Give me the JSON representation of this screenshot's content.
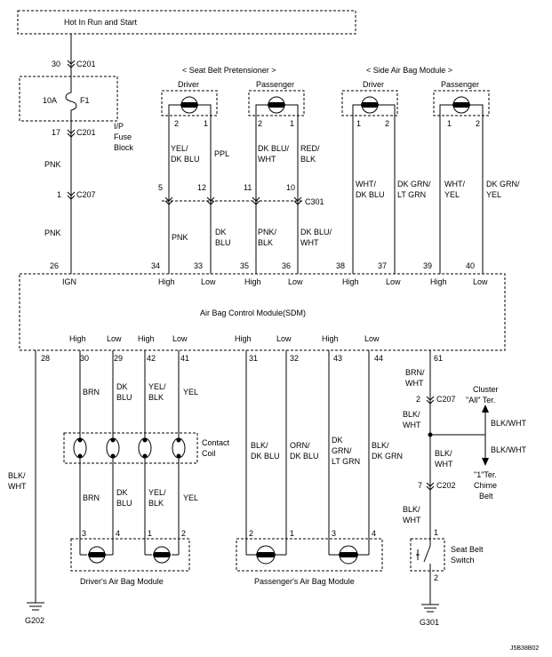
{
  "power": {
    "title": "Hot In Run and Start"
  },
  "fuse": {
    "rating": "10A",
    "name": "F1",
    "block": [
      "I/P",
      "Fuse",
      "Block"
    ]
  },
  "connectors": {
    "c201": "C201",
    "c207": "C207",
    "c301": "C301",
    "c202": "C202",
    "p30": "30",
    "p17": "17",
    "p1": "1",
    "p2": "2",
    "p7": "7",
    "p61": "61",
    "p28": "28"
  },
  "wires": {
    "pnk": "PNK",
    "dk": "DK",
    "blu": "BLU",
    "brn": "BRN",
    "yel_s": "YEL/",
    "blk": "BLK",
    "yel": "YEL",
    "blk_s": "BLK/",
    "wht": "WHT",
    "ppl": "PPL",
    "dk_blu_s": "DK BLU/",
    "red_s": "RED/",
    "dk_blu": "DK BLU",
    "pnk_s": "PNK/",
    "dk_grn_s": "DK GRN/",
    "lt_grn": "LT GRN",
    "wht_s": "WHT/",
    "orn_s": "ORN/",
    "brn_s": "BRN/",
    "grn_s": "GRN/",
    "dk_grn": "DK GRN"
  },
  "groups": {
    "seatbelt_pretensioner": "< Seat Belt Pretensioner >",
    "side_airbag": "< Side Air Bag Module >",
    "driver": "Driver",
    "passenger": "Passenger"
  },
  "pins": {
    "n1": "1",
    "n2": "2",
    "n3": "3",
    "n4": "4",
    "n5": "5",
    "n10": "10",
    "n11": "11",
    "n12": "12",
    "n26": "26",
    "n34": "34",
    "n33": "33",
    "n35": "35",
    "n36": "36",
    "n38": "38",
    "n37": "37",
    "n39": "39",
    "n40": "40",
    "n30": "30",
    "n29": "29",
    "n42": "42",
    "n41": "41",
    "n31": "31",
    "n32": "32",
    "n43": "43",
    "n44": "44"
  },
  "sdm": {
    "title": "Air Bag Control Module(SDM)",
    "ign": "IGN",
    "high": "High",
    "low": "Low"
  },
  "contact_coil": {
    "label": [
      "Contact",
      "Coil"
    ]
  },
  "modules": {
    "driver_airbag": "Driver's Air Bag Module",
    "passenger_airbag": "Passenger's Air Bag Module"
  },
  "cluster": {
    "label": [
      "Cluster",
      "\"All\" Ter."
    ],
    "blk_wht": "BLK/WHT"
  },
  "chime": {
    "label": [
      "\"1\"Ter.",
      "Chime",
      "Belt"
    ]
  },
  "switch": {
    "label": [
      "Seat Belt",
      "Switch"
    ]
  },
  "grounds": {
    "g202": "G202",
    "g301": "G301"
  },
  "figure_id": "J5B38B02"
}
